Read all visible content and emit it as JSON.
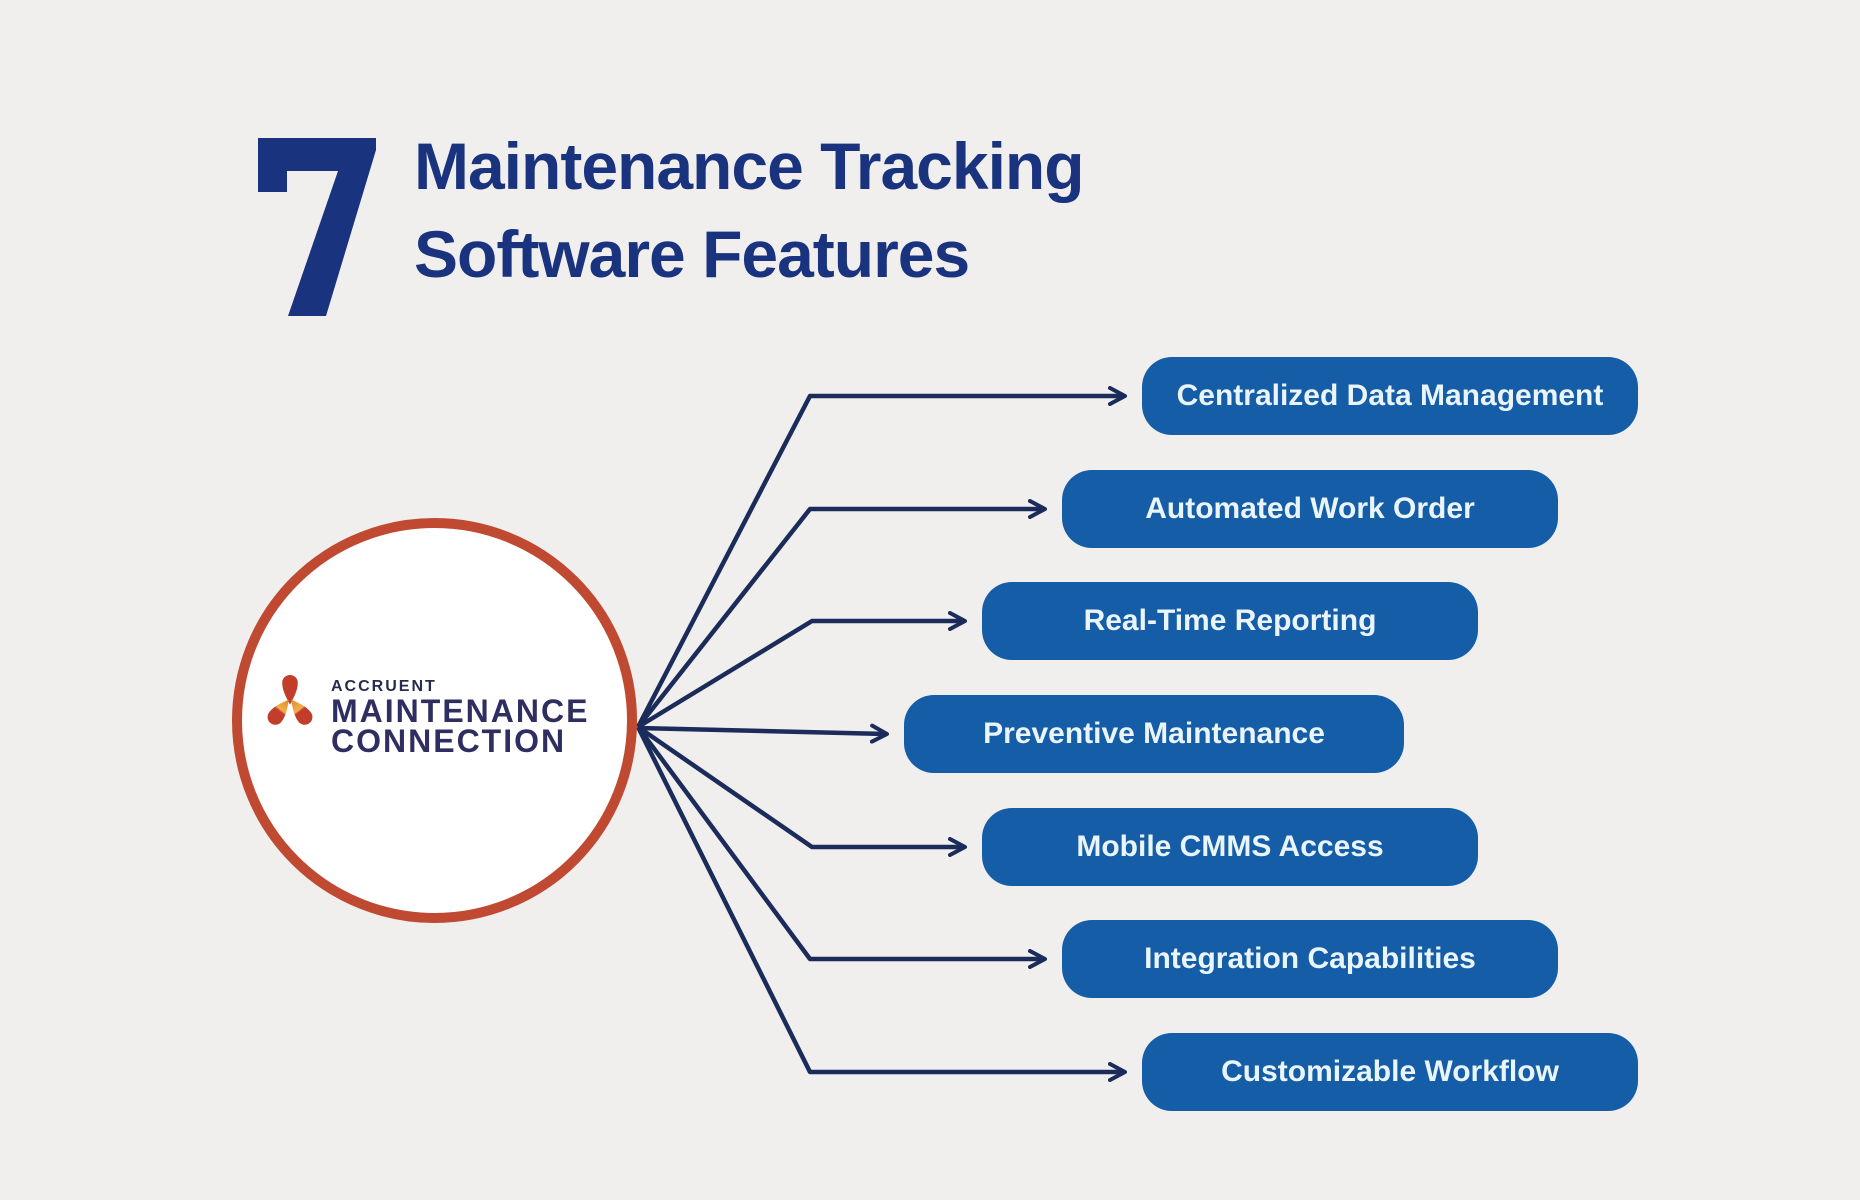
{
  "title": {
    "count": "7",
    "line1": "Maintenance Tracking",
    "line2": "Software Features"
  },
  "hub": {
    "brand": "ACCRUENT",
    "name_line1": "MAINTENANCE",
    "name_line2": "CONNECTION",
    "logo_icon": "accruent-tri-petal-mark"
  },
  "features": [
    {
      "label": "Centralized Data Management"
    },
    {
      "label": "Automated Work Order"
    },
    {
      "label": "Real-Time Reporting"
    },
    {
      "label": "Preventive Maintenance"
    },
    {
      "label": "Mobile CMMS Access"
    },
    {
      "label": "Integration Capabilities"
    },
    {
      "label": "Customizable Workflow"
    }
  ],
  "colors": {
    "background": "#f0efed",
    "title_navy": "#19337e",
    "pill_blue": "#155da6",
    "pill_text": "#e9f4fb",
    "arrow_navy": "#1b2b5a",
    "circle_ring_red": "#c04a31",
    "circle_fill": "#ffffff",
    "logo_indigo": "#2e2e60",
    "logo_brand_navy": "#272b4e",
    "logo_red": "#c33d2b",
    "logo_amber": "#f3b04a",
    "logo_orange": "#e2872e"
  }
}
